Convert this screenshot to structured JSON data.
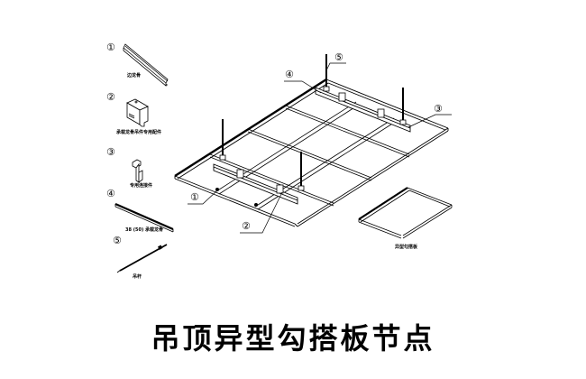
{
  "title": "吊顶异型勾搭板节点",
  "legend": {
    "items": [
      {
        "marker": "①",
        "label": "边龙骨",
        "component": "edge-trim"
      },
      {
        "marker": "②",
        "label": "承载龙骨吊件专用配件",
        "component": "hanger-clip"
      },
      {
        "marker": "③",
        "label": "专用连接件",
        "component": "connector"
      },
      {
        "marker": "④",
        "label": "38 (50) 承载龙骨",
        "component": "carrying-channel"
      },
      {
        "marker": "⑤",
        "label": "吊杆",
        "component": "suspension-rod"
      }
    ]
  },
  "assembly": {
    "callouts": [
      {
        "marker": "①"
      },
      {
        "marker": "②"
      },
      {
        "marker": "④"
      },
      {
        "marker": "⑤"
      },
      {
        "marker": "③"
      }
    ]
  },
  "panel": {
    "label": "异型勾搭板"
  },
  "colors": {
    "ink": "#000000",
    "background": "#ffffff"
  }
}
